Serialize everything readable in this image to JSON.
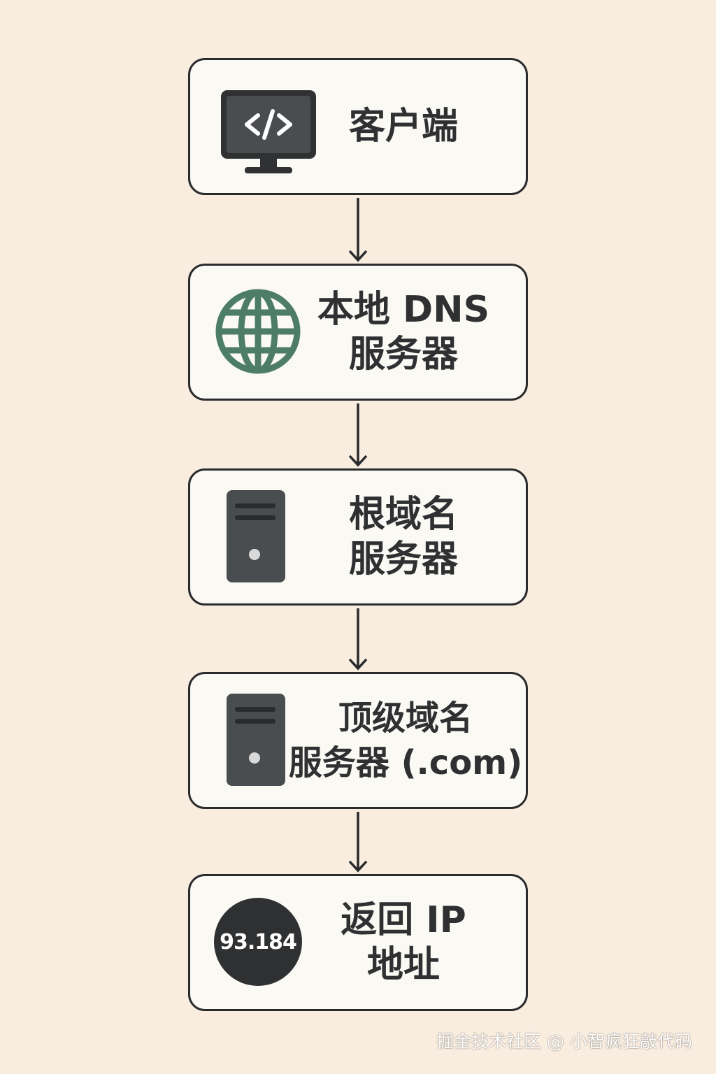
{
  "nodes": [
    {
      "id": "client",
      "label_lines": [
        "客户端"
      ],
      "icon": "monitor-code-icon"
    },
    {
      "id": "local-dns",
      "label_lines": [
        "本地 DNS",
        "服务器"
      ],
      "icon": "globe-icon"
    },
    {
      "id": "root-dns",
      "label_lines": [
        "根域名",
        "服务器"
      ],
      "icon": "server-tower-icon"
    },
    {
      "id": "tld-dns",
      "label_lines": [
        "顶级域名",
        "服务器 (.com)"
      ],
      "icon": "server-tower-icon"
    },
    {
      "id": "return-ip",
      "label_lines": [
        "返回 IP",
        "地址"
      ],
      "icon": "ip-badge",
      "badge_text": "93.184"
    }
  ],
  "edges": [
    {
      "from": "client",
      "to": "local-dns"
    },
    {
      "from": "local-dns",
      "to": "root-dns"
    },
    {
      "from": "root-dns",
      "to": "tld-dns"
    },
    {
      "from": "tld-dns",
      "to": "return-ip"
    }
  ],
  "colors": {
    "background": "#f9ede0",
    "card": "#fbf9f4",
    "border": "#2a2b2c",
    "text": "#2e3032",
    "globe": "#4e7d67",
    "server": "#4a4d50"
  },
  "watermark": "掘金技术社区 @ 小智疯狂敲代码"
}
